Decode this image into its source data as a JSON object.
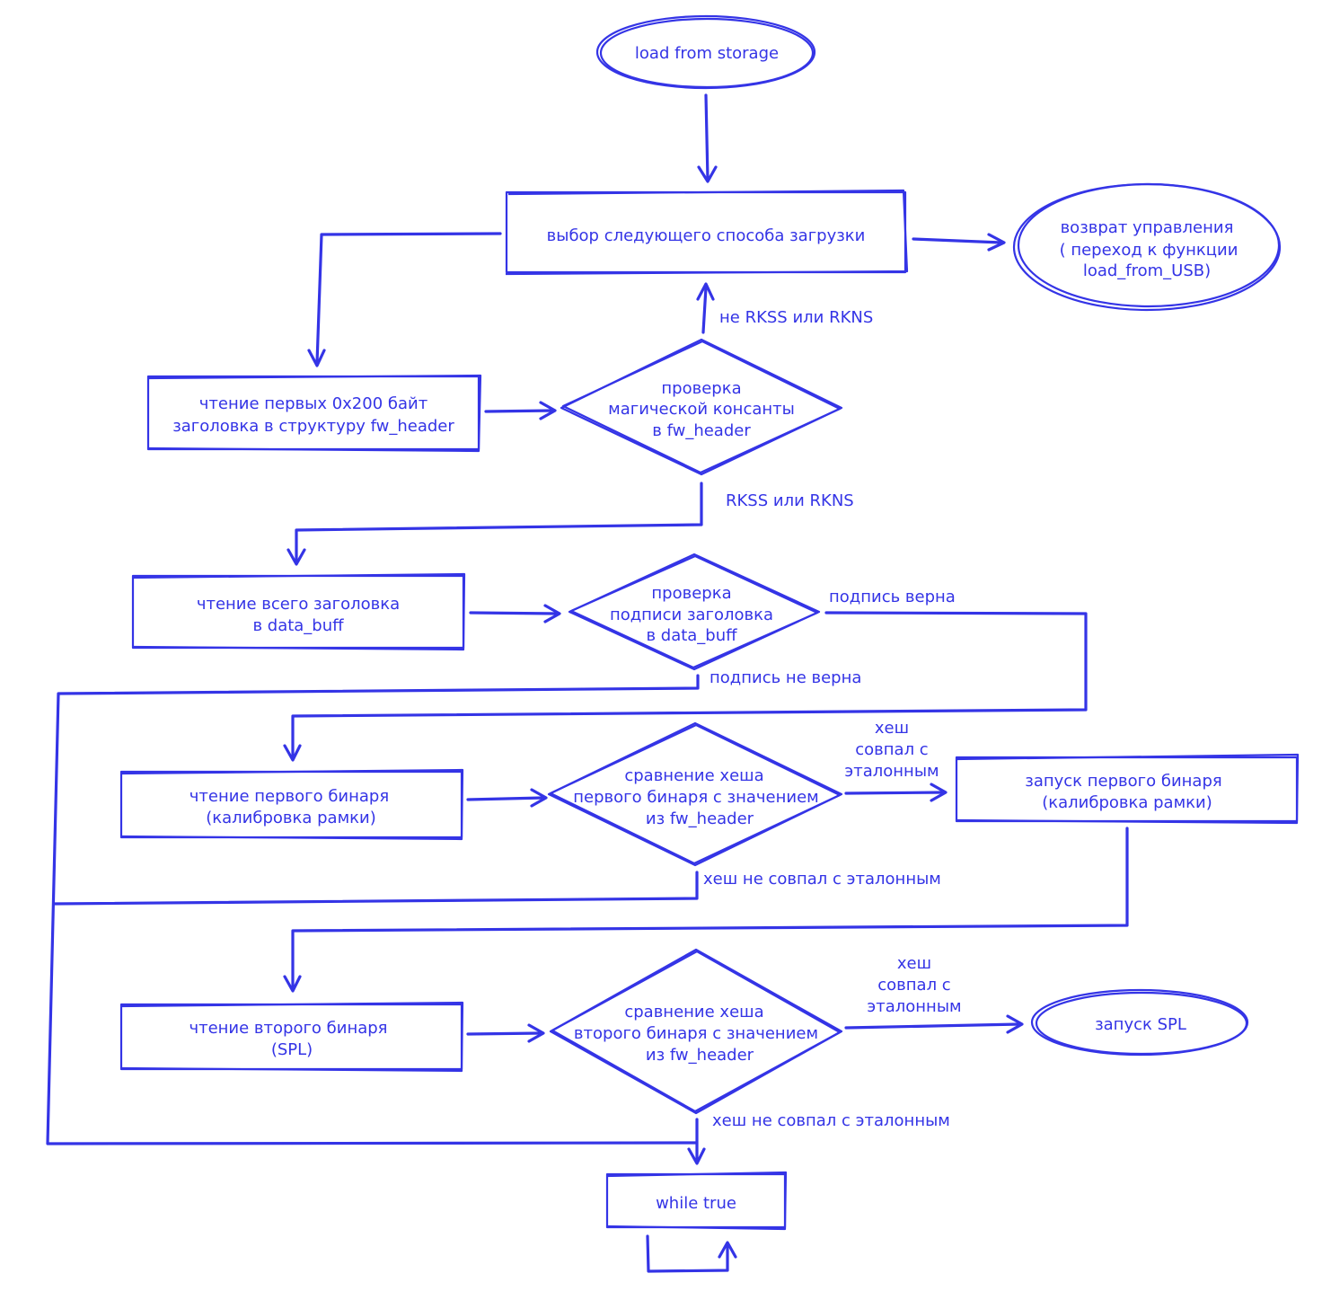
{
  "colors": {
    "ink": "#3434e6",
    "background": "#ffffff"
  },
  "nodes": {
    "start": "load from storage",
    "select_method": "выбор следующего способа загрузки",
    "return_control": [
      "возврат управления",
      "( переход к функции",
      "load_from_USB)"
    ],
    "read_header_first": [
      "чтение первых 0x200 байт",
      "заголовка в структуру fw_header"
    ],
    "check_magic": [
      "проверка",
      "магической консанты",
      "в fw_header"
    ],
    "read_full_header": [
      "чтение всего заголовка",
      "в data_buff"
    ],
    "check_signature": [
      "проверка",
      "подписи заголовка",
      "в data_buff"
    ],
    "read_first_binary": [
      "чтение первого бинаря",
      "(калибровка рамки)"
    ],
    "compare_first_hash": [
      "сравнение хеша",
      "первого бинаря с значением",
      "из fw_header"
    ],
    "launch_first_binary": [
      "запуск первого бинаря",
      "(калибровка рамки)"
    ],
    "read_second_binary": [
      "чтение второго бинаря",
      "(SPL)"
    ],
    "compare_second_hash": [
      "сравнение хеша",
      "второго бинаря с значением",
      "из fw_header"
    ],
    "launch_spl": "запуск SPL",
    "while_true": "while true"
  },
  "edge_labels": {
    "not_rkss": "не RKSS или RKNS",
    "rkss": "RKSS или RKNS",
    "sig_ok": "подпись верна",
    "sig_bad": "подпись не верна",
    "hash1_ok": [
      "хеш",
      "совпал с",
      "эталонным"
    ],
    "hash1_bad": "хеш не совпал с эталонным",
    "hash2_ok": [
      "хеш",
      "совпал с",
      "эталонным"
    ],
    "hash2_bad": "хеш не совпал с эталонным"
  }
}
